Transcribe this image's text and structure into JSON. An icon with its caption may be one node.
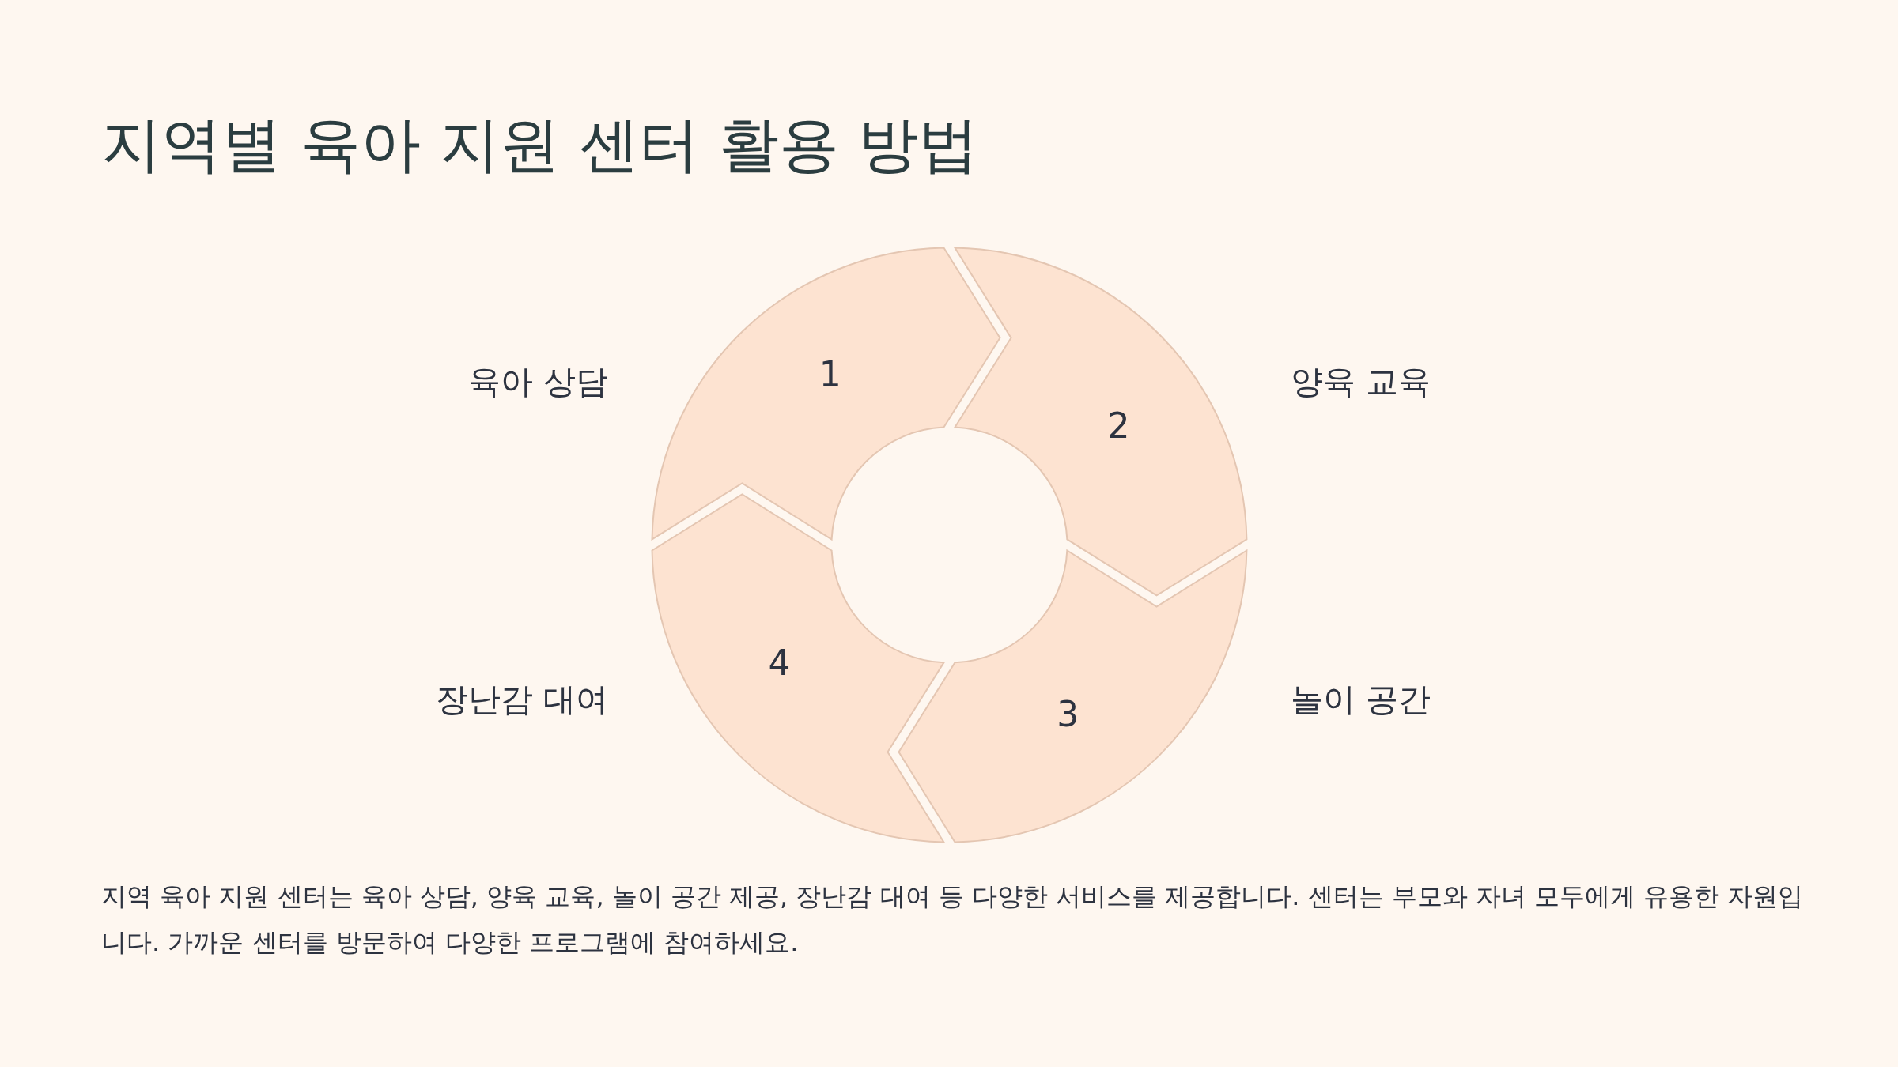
{
  "diagram": {
    "title": "지역별 육아 지원 센터 활용 방법",
    "nodes": [
      {
        "text": [
          "1"
        ],
        "beside": [
          "육아 상담"
        ]
      },
      {
        "text": [
          "2"
        ],
        "beside": [
          "양육 교육"
        ]
      },
      {
        "text": [
          "3"
        ],
        "beside": [
          "놀이 공간"
        ]
      },
      {
        "text": [
          "4"
        ],
        "beside": [
          "장난감 대여"
        ]
      }
    ],
    "caption": "지역 육아 지원 센터는 육아 상담, 양육 교육, 놀이 공간 제공, 장난감 대여 등 다양한 서비스를 제공합니다. 센터는 부모와 자녀 모두에게 유용한 자원입니다. 가까운 센터를 방문하여 다양한 프로그램에 참여하세요."
  }
}
